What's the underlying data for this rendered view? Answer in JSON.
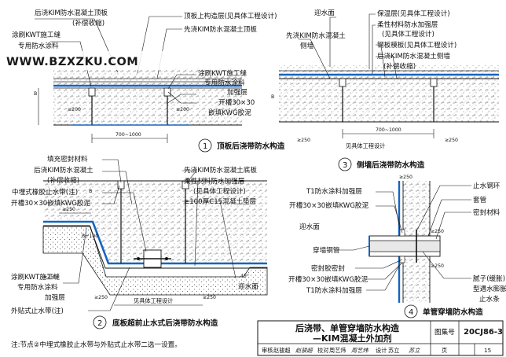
{
  "watermark": "WWW.BZXZKU.COM",
  "detail1": {
    "number": "1",
    "caption": "顶板后浇带防水构造",
    "labels": {
      "post_pour_roof": "后浇KIM防水混凝土顶板",
      "compensate_shrink": "(补偿收缩)",
      "roof_add": "顶板上构造层(见具体工程设计)",
      "first_pour_roof": "先浇KIM防水混凝土顶板",
      "kwt_line1": "涂刷KWT施工缝",
      "kwt_line2": "专用防水涂料",
      "kwt_b_line1": "涂刷KWT施工缝",
      "kwt_b_line2": "专用防水涂料",
      "reinforce": "加强层",
      "groove": "开槽30×30",
      "kwg": "嵌填KWG胶泥",
      "dim_span": "700~1000",
      "dim_left": "≥200",
      "dim_right": "≥200",
      "dim_b": "B"
    }
  },
  "detail2": {
    "number": "2",
    "caption": "底板超前止水式后浇带防水构造",
    "labels": {
      "filler": "填充密封材料",
      "post_pour": "后浇KIM防水混凝土",
      "compensate": "(补偿收缩)",
      "waterstop": "中埋式橡胶止水带(注)",
      "groove_kwg": "开槽30×30嵌填KWG胶泥",
      "first_pour": "先浇KIM防水混凝土底板",
      "flex_coat": "柔性材料防水加强层",
      "see_design": "(见具体工程设计)",
      "cushion": "≥100厚C15混凝土垫层",
      "kwt_line1": "涂刷KWT施工缝",
      "kwt_line2": "专用防水涂料",
      "reinforce": "加强层",
      "outer_waterstop": "外贴式止水带(注)",
      "see_eng": "见具体工程设计",
      "water_face": "迎水面",
      "angle": "45°",
      "dim_250_a": "≥250",
      "dim_250_b": "≥250",
      "dim_250_c": "≥250",
      "dim_250_d": "≥250",
      "dim_b2": "B",
      "dim_b3": "B+100"
    }
  },
  "detail3": {
    "number": "3",
    "caption": "侧墙后浇带防水构造",
    "labels": {
      "water_face": "迎水面",
      "insulation": "保温层(见具体工程设计)",
      "flex_coat": "柔性材料防水加强层",
      "see_design": "(见具体工程设计)",
      "steel_mesh": "钢板模板(见具体工程设计)",
      "post_pour_wall": "后浇KIM防水混凝土侧墙",
      "compensate": "(补偿收缩)",
      "first_pour_line1": "先浇KIM防水混凝土",
      "first_pour_line2": "侧墙",
      "dim_span": "700~1000",
      "dim_left": "≥250",
      "dim_right": "≥250",
      "see_eng": "见具体工程设计",
      "dim_b": "B"
    }
  },
  "detail4": {
    "number": "4",
    "caption": "单管穿墙防水构造",
    "labels": {
      "t1_reinforce": "T1防水涂料加强层",
      "groove_kwg": "开槽30×30嵌填KWG胶泥",
      "waterstop_ring": "止水钢环",
      "sleeve": "套管",
      "seal": "密封材料",
      "water_face": "迎水面",
      "pipe": "穿墙钢管",
      "seal_paste": "密封胶密封",
      "groove_kwg_b": "开槽30×30嵌填KWG胶泥",
      "t1_reinforce_b": "T1防水涂料加强层",
      "putty": "腻子(缓胀)",
      "putty2": "型遇水膨胀",
      "putty3": "止水条",
      "dim_250_a": "≥250",
      "dim_250_b": "≥250",
      "dim_250_c": "≥250"
    }
  },
  "title_block": {
    "title_line1": "后浇带、单管穿墙防水构造",
    "title_line2": "—KIM混凝土外加剂",
    "atlas_label": "图集号",
    "atlas_no": "20CJ86-3",
    "review_label": "审核",
    "reviewer": "赵骏超",
    "review_sign": "赵骏超",
    "check_label": "校对",
    "checker": "周艺炜",
    "check_sign": "周艺炜",
    "design_label": "设计",
    "designer": "苏立",
    "design_sign": "苏立",
    "page_label": "页",
    "page_no": "15"
  },
  "note": "注:节点②中埋式橡胶止水带与外贴式止水带二选一设置。"
}
